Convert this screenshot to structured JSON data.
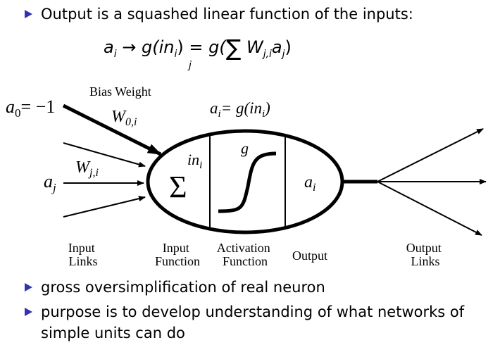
{
  "bullets": {
    "intro": "Output is a squashed linear function of the inputs:",
    "point1": "gross oversimplification of real neuron",
    "point2_line1": "purpose is to develop understanding of what networks of",
    "point2_line2": "simple units can do"
  },
  "formula": {
    "lhs": "a",
    "lhs_sub": "i",
    "arrow": "→",
    "g1": "g(in",
    "g1_sub": "i",
    "g1_close": ")",
    "equals": "=",
    "g2_open": "g(",
    "sigma": "∑",
    "sigma_sub": "j",
    "w": "W",
    "w_sub": "j,i",
    "a": "a",
    "a_sub": "j",
    "close": ")"
  },
  "diagram": {
    "bias_input": "a",
    "bias_input_sub": "0",
    "bias_value": "= −1",
    "bias_weight_label": "Bias Weight",
    "bias_weight_symbol": "W",
    "bias_weight_sub": "0,i",
    "input_weight_symbol": "W",
    "input_weight_sub": "j,i",
    "input_symbol": "a",
    "input_sub": "j",
    "activation_eq_a": "a",
    "activation_eq_a_sub": "i",
    "activation_eq_rest": "= g(in",
    "activation_eq_in_sub": "i",
    "activation_eq_close": ")",
    "sum_symbol": "Σ",
    "in_label": "in",
    "in_sub": "i",
    "g_label": "g",
    "output_symbol": "a",
    "output_sub": "i",
    "labels": {
      "input_links": [
        "Input",
        "Links"
      ],
      "input_function": [
        "Input",
        "Function"
      ],
      "activation_function": [
        "Activation",
        "Function"
      ],
      "output": "Output",
      "output_links": [
        "Output",
        "Links"
      ]
    },
    "colors": {
      "math_label": "#1a1a6e",
      "bullet": "#3333b2"
    }
  }
}
